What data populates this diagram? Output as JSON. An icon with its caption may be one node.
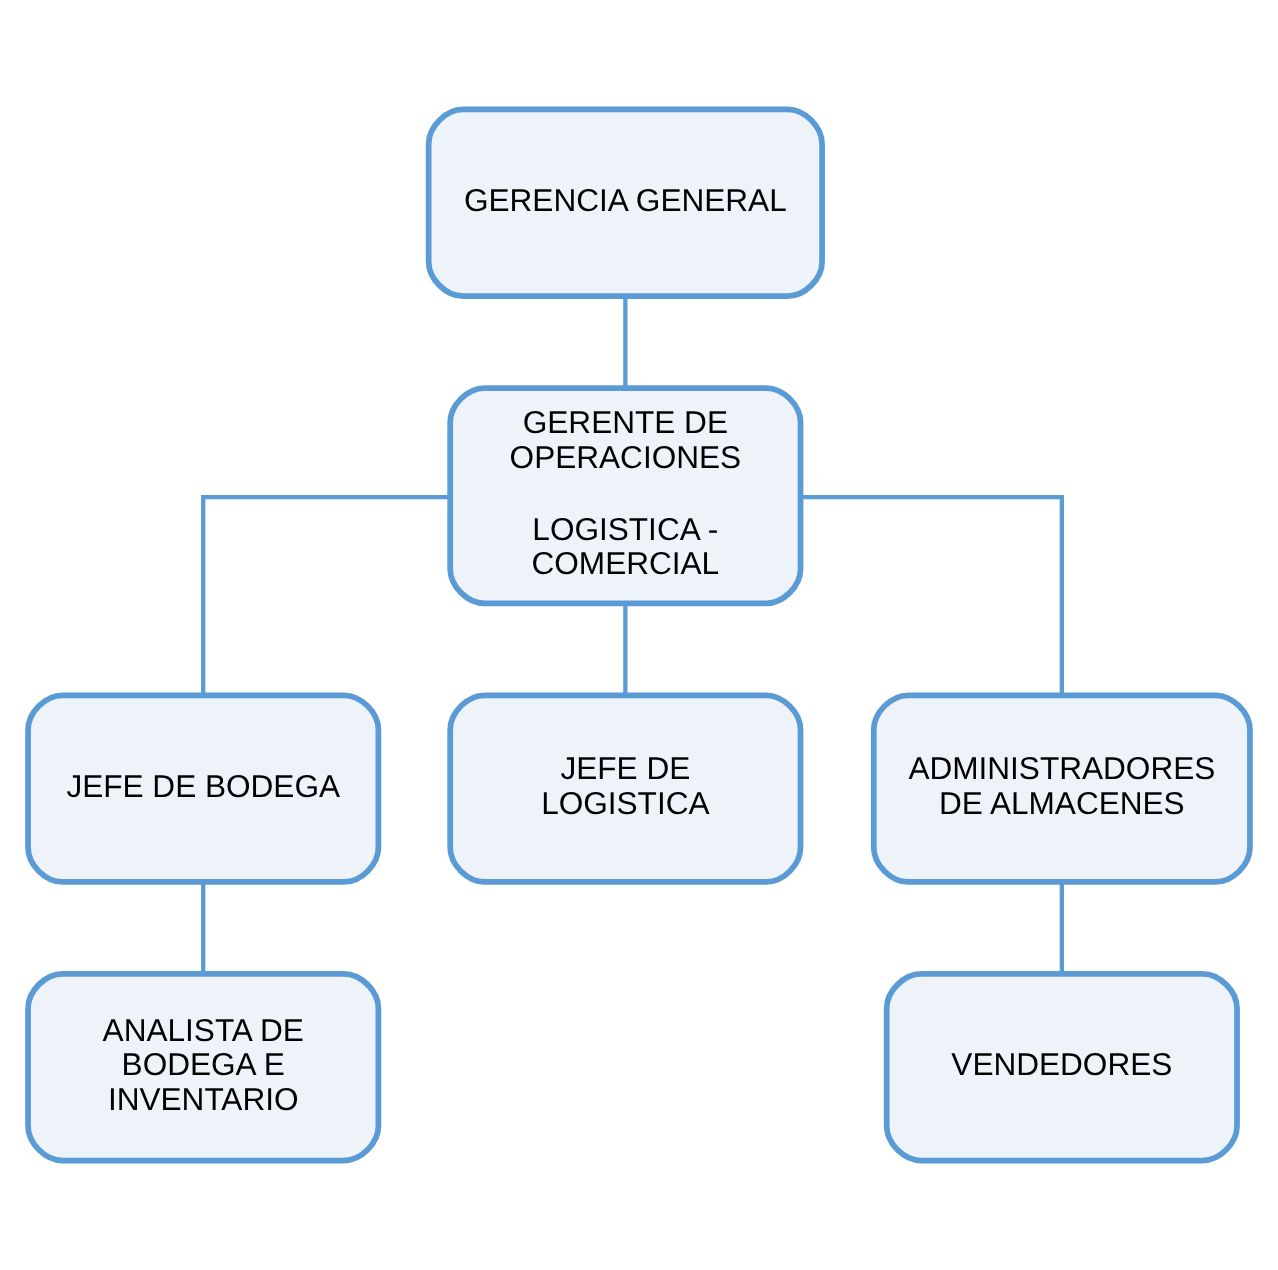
{
  "diagram": {
    "nodes": [
      {
        "text": [
          "GERENCIA GENERAL"
        ]
      },
      {
        "text": [
          "GERENTE DE OPERACIONES",
          "LOGISTICA - COMERCIAL"
        ]
      },
      {
        "text": [
          "JEFE DE BODEGA"
        ]
      },
      {
        "text": [
          "JEFE DE LOGISTICA"
        ]
      },
      {
        "text": [
          "ADMINISTRADORES DE ALMACENES"
        ]
      },
      {
        "text": [
          "ANALISTA DE BODEGA E INVENTARIO"
        ]
      },
      {
        "text": [
          "VENDEDORES"
        ]
      }
    ],
    "edges": [
      {
        "from": 0,
        "to": 1,
        "arrow": "none"
      },
      {
        "from": 1,
        "to": 2,
        "arrow": "none"
      },
      {
        "from": 1,
        "to": 3,
        "arrow": "none"
      },
      {
        "from": 1,
        "to": 4,
        "arrow": "none"
      },
      {
        "from": 2,
        "to": 5,
        "arrow": "none"
      },
      {
        "from": 4,
        "to": 6,
        "arrow": "none"
      }
    ]
  }
}
